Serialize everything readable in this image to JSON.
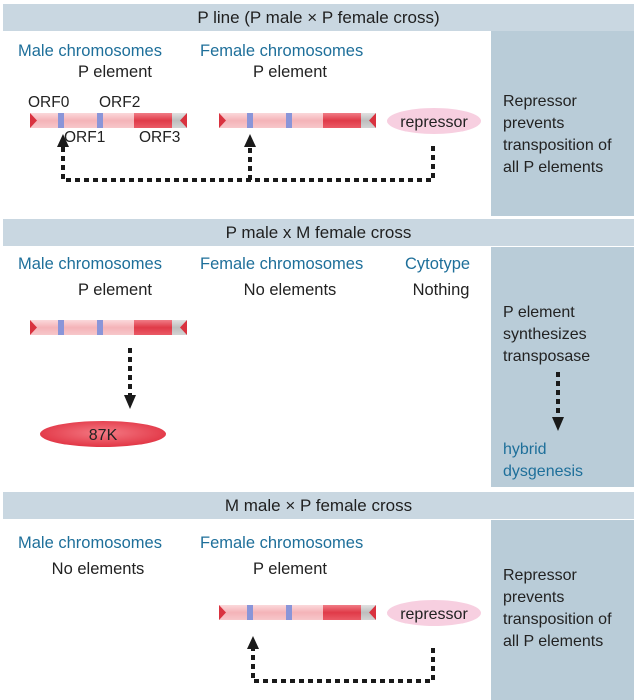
{
  "panel1": {
    "banner": "P line (P male × P female cross)",
    "male_heading": "Male chromosomes",
    "male_sub": "P element",
    "female_heading": "Female chromosomes",
    "female_sub": "P element",
    "orf0": "ORF0",
    "orf1": "ORF1",
    "orf2": "ORF2",
    "orf3": "ORF3",
    "repressor": "repressor",
    "side_text": [
      "Repressor",
      "prevents",
      "transposition of",
      "all P elements"
    ]
  },
  "panel2": {
    "banner": "P male x M female cross",
    "male_heading": "Male chromosomes",
    "male_sub": "P element",
    "female_heading": "Female chromosomes",
    "female_sub": "No elements",
    "cytotype_heading": "Cytotype",
    "cytotype_sub": "Nothing",
    "protein": "87K",
    "side_text": [
      "P element",
      "synthesizes",
      "transposase"
    ],
    "side_result": [
      "hybrid",
      "dysgenesis"
    ]
  },
  "panel3": {
    "banner": "M male × P female cross",
    "male_heading": "Male chromosomes",
    "male_sub": "No elements",
    "female_heading": "Female chromosomes",
    "female_sub": "P element",
    "repressor": "repressor",
    "side_text": [
      "Repressor",
      "prevents",
      "transposition of",
      "all P elements"
    ]
  },
  "colors": {
    "banner_bg": "#c9d7e1",
    "side_bg": "#b9ccd8",
    "heading_blue": "#1e6f9a",
    "element_pink": "#f6c0c4",
    "element_red": "#e03a48",
    "orf_band_blue": "#8a95d8",
    "repressor_pink": "#f7cfe0"
  }
}
